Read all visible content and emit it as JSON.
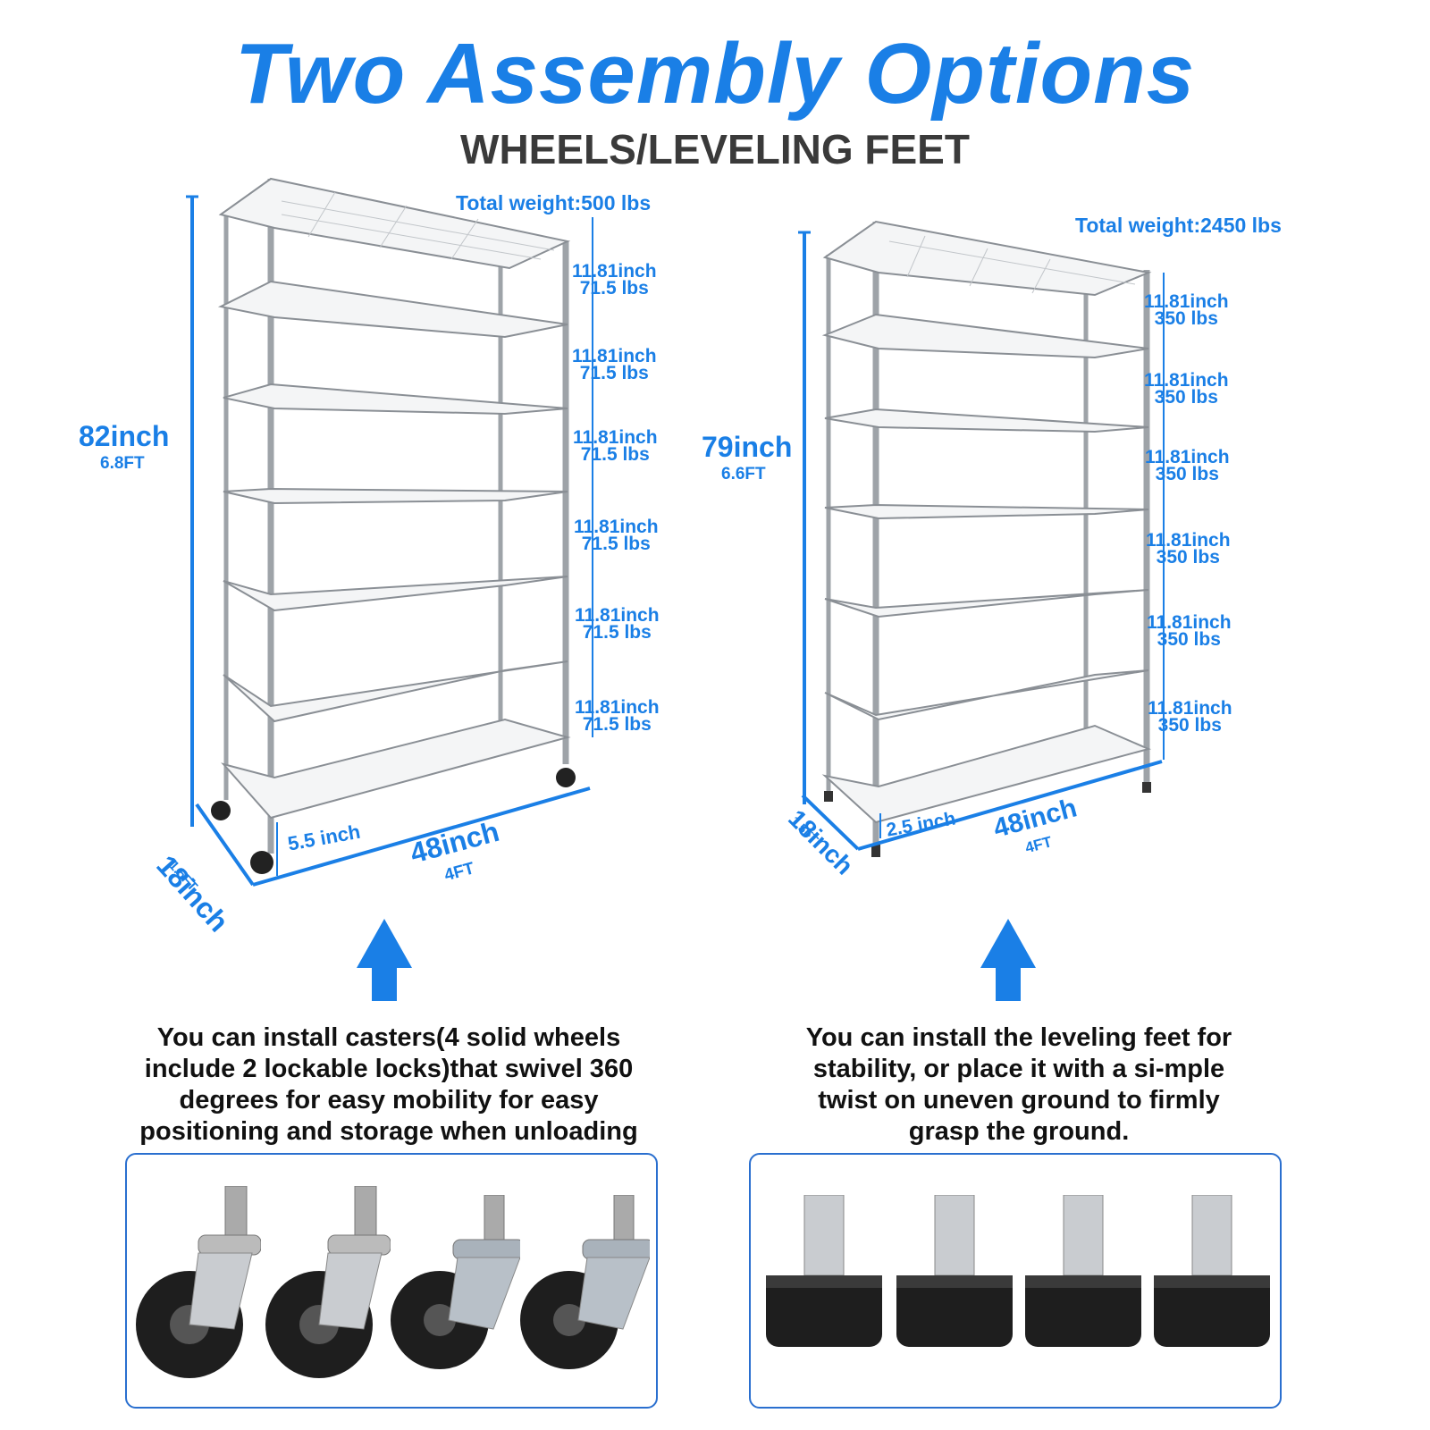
{
  "header": {
    "title": "Two Assembly Options",
    "subtitle": "WHEELS/LEVELING FEET"
  },
  "left_rack": {
    "total_weight": "Total weight:500 lbs",
    "height": "82inch",
    "height_ft": "6.8FT",
    "depth": "18inch",
    "depth_ft": "1.5FT",
    "width": "48inch",
    "width_ft": "4FT",
    "clearance": "5.5 inch",
    "shelves": [
      {
        "gap": "11.81inch",
        "load": "71.5 lbs"
      },
      {
        "gap": "11.81inch",
        "load": "71.5 lbs"
      },
      {
        "gap": "11.81inch",
        "load": "71.5 lbs"
      },
      {
        "gap": "11.81inch",
        "load": "71.5 lbs"
      },
      {
        "gap": "11.81inch",
        "load": "71.5 lbs"
      },
      {
        "gap": "11.81inch",
        "load": "71.5 lbs"
      }
    ]
  },
  "right_rack": {
    "total_weight": "Total weight:2450 lbs",
    "height": "79inch",
    "height_ft": "6.6FT",
    "depth": "18inch",
    "depth_ft": "1.5FT",
    "width": "48inch",
    "width_ft": "4FT",
    "clearance": "2.5 inch",
    "shelves": [
      {
        "gap": "11.81inch",
        "load": "350 lbs"
      },
      {
        "gap": "11.81inch",
        "load": "350 lbs"
      },
      {
        "gap": "11.81inch",
        "load": "350 lbs"
      },
      {
        "gap": "11.81inch",
        "load": "350 lbs"
      },
      {
        "gap": "11.81inch",
        "load": "350 lbs"
      },
      {
        "gap": "11.81inch",
        "load": "350 lbs"
      }
    ]
  },
  "descriptions": {
    "casters": [
      "You can install casters(4 solid wheels",
      "include 2 lockable locks)that swivel 360",
      "degrees for easy mobility for easy",
      "positioning and storage when unloading"
    ],
    "feet": [
      "You can install the leveling feet for",
      "stability, or place it with a si-mple",
      "twist on uneven ground to firmly",
      "grasp the ground."
    ]
  },
  "colors": {
    "accent": "#1a7fe6",
    "frame": "#2a6fcf",
    "text": "#111111"
  },
  "icons": [
    "up-arrow-icon",
    "caster-wheel-icon",
    "leveling-foot-icon"
  ]
}
